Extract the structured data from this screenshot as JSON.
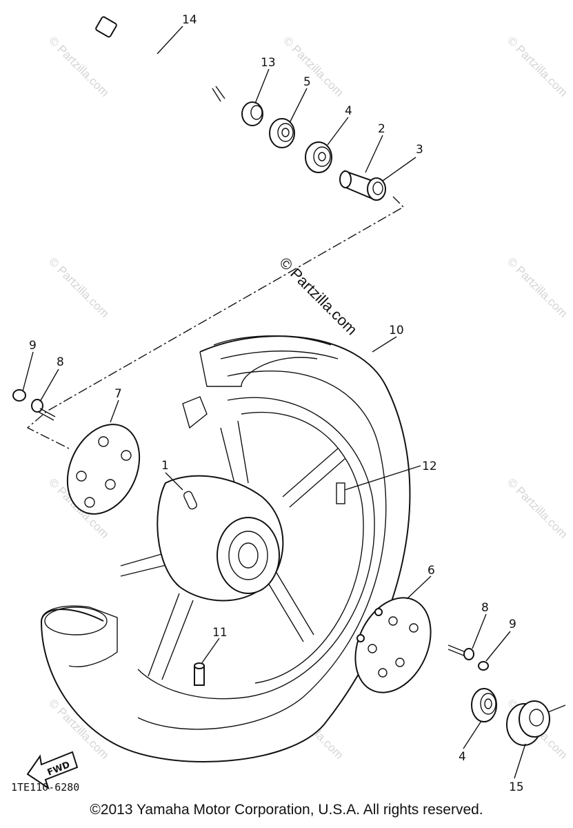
{
  "callouts": {
    "c1": "1",
    "c2": "2",
    "c3": "3",
    "c4a": "4",
    "c4b": "4",
    "c5": "5",
    "c6": "6",
    "c7": "7",
    "c8a": "8",
    "c8b": "8",
    "c9a": "9",
    "c9b": "9",
    "c10": "10",
    "c11": "11",
    "c12": "12",
    "c13": "13",
    "c14": "14",
    "c15": "15"
  },
  "fwd_label": "FWD",
  "part_number": "1TE110-6280",
  "watermark": "© Partzilla.com",
  "copyright": "©2013 Yamaha Motor Corporation, U.S.A. All rights reserved."
}
